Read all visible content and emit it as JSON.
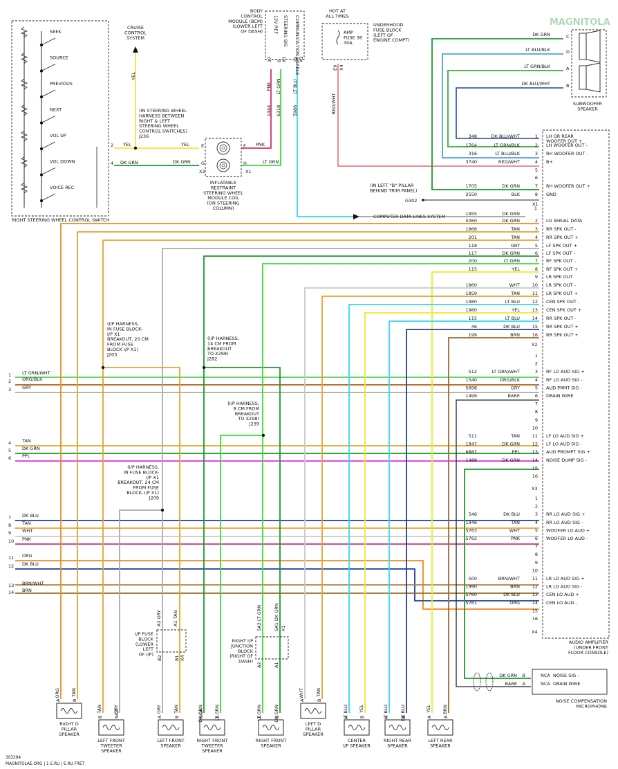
{
  "watermark": "MAGNITOLA",
  "footer": {
    "id": "303294",
    "site": "MAGNITOLAE.ORG | 1 E.RU | E.RU FRET"
  },
  "switch": {
    "buttons": [
      "SEEK",
      "SOURCE",
      "PREVIOUS",
      "NEXT",
      "VOL UP",
      "VOL DOWN",
      "VOICE REC"
    ],
    "caption": "RIGHT STEERING WHEEL CONTROL SWITCH",
    "pins": [
      "2",
      "4"
    ],
    "colors": [
      "YEL",
      "DK GRN"
    ]
  },
  "cruise": {
    "lines": [
      "CRUISE",
      "CONTROL",
      "SYSTEM"
    ],
    "wire": "YEL"
  },
  "harness_note": {
    "lines": [
      "(IN STEERING WHEEL",
      "HARNESS BETWEEN",
      "RIGHT & LEFT",
      "STEERING WHEEL",
      "CONTROL SWITCHES)",
      "J236"
    ]
  },
  "bcm": {
    "lines": [
      "BODY",
      "CONTROL",
      "MODULE (BCM)",
      "(LOWER LEFT",
      "OF DASH)"
    ],
    "cols": [
      "12V REF",
      "STEERING SIG",
      "COMMUNICA-TION ENABLE"
    ],
    "pins": [
      "17",
      "6",
      "10"
    ],
    "conn": [
      "X1",
      "X3"
    ],
    "wires": [
      "PNK",
      "LT GRN",
      "LT BLU"
    ],
    "circuits": [
      "1444",
      "6318",
      "5986"
    ]
  },
  "coil": {
    "left_pins": [
      "E",
      "G"
    ],
    "right_pins": [
      "F",
      "H"
    ],
    "left_colors": [
      "YEL",
      "DK GRN"
    ],
    "right_colors": [
      "PNK",
      "LT GRN"
    ],
    "conn": [
      "X2",
      "X1"
    ],
    "caption": [
      "INFLATABLE",
      "RESTRAINT",
      "STEERING WHEEL",
      "MODULE COIL",
      "(ON STEERING",
      "COLUMN)"
    ]
  },
  "fuse": {
    "title": [
      "HOT AT",
      "ALL TIMES"
    ],
    "body": [
      "AMP",
      "FUSE 36",
      "30A"
    ],
    "block": [
      "UNDERHOOD",
      "FUSE BLOCK",
      "(LEFT OF",
      "ENGINE COMPT)"
    ],
    "pin": "E9",
    "conn": "X4",
    "wire": "RED/WHT"
  },
  "subwoofer": {
    "wires": [
      {
        "color": "DK GRN",
        "pin": "C"
      },
      {
        "color": "LT BLU/BLK",
        "pin": "D"
      },
      {
        "color": "LT GRN/BLK",
        "pin": "A"
      },
      {
        "color": "DK BLU/WHT",
        "pin": "B"
      }
    ],
    "caption": [
      "SUBWOOFER",
      "SPEAKER"
    ]
  },
  "amp_x1": [
    {
      "circuit": "348",
      "color": "DK BLU/WHT",
      "pin": "1",
      "func": "LH OR REAR"
    },
    {
      "circuit": "",
      "color": "",
      "pin": "",
      "func": "WOOFER OUT +"
    },
    {
      "circuit": "1764",
      "color": "LT GRN/BLK",
      "pin": "2",
      "func": "LH WOOFER OUT -"
    },
    {
      "circuit": "316",
      "color": "LT BLU/BLK",
      "pin": "3",
      "func": "RH WOOFER OUT -"
    },
    {
      "circuit": "3740",
      "color": "RED/WHT",
      "pin": "4",
      "func": "B+"
    },
    {
      "circuit": "",
      "color": "",
      "pin": "5",
      "func": ""
    },
    {
      "circuit": "",
      "color": "",
      "pin": "6",
      "func": ""
    },
    {
      "circuit": "1705",
      "color": "DK GRN",
      "pin": "7",
      "func": "RH WOOFER OUT +"
    },
    {
      "circuit": "2550",
      "color": "BLK",
      "pin": "8",
      "func": "GND"
    }
  ],
  "ground": {
    "lines": [
      "(IN LEFT \"B\" PILLAR",
      "BEHIND TRIM PANEL)"
    ],
    "id": "G302"
  },
  "computer_lines": "COMPUTER DATA LINES SYSTEM",
  "amp_x2": [
    {
      "circuit": "5060",
      "color": "DK GRN",
      "pin": "2",
      "func": "LO SERIAL DATA"
    },
    {
      "circuit": "1866",
      "color": "TAN",
      "pin": "3",
      "func": "RR SPK OUT -"
    },
    {
      "circuit": "201",
      "color": "TAN",
      "pin": "4",
      "func": "RR SPK OUT +"
    },
    {
      "circuit": "118",
      "color": "GRY",
      "pin": "5",
      "func": "LF SPK OUT +"
    },
    {
      "circuit": "117",
      "color": "DK GRN",
      "pin": "6",
      "func": "LF SPK OUT -"
    },
    {
      "circuit": "200",
      "color": "LT GRN",
      "pin": "7",
      "func": "RF SPK OUT -"
    },
    {
      "circuit": "115",
      "color": "YEL",
      "pin": "8",
      "func": "RF SPK OUT +"
    },
    {
      "circuit": "",
      "color": "",
      "pin": "9",
      "func": "LR SPK OUT"
    },
    {
      "circuit": "1860",
      "color": "WHT",
      "pin": "10",
      "func": "LR SPK OUT -"
    },
    {
      "circuit": "1859",
      "color": "TAN",
      "pin": "11",
      "func": "LR SPK OUT +"
    },
    {
      "circuit": "1980",
      "color": "LT BLU",
      "pin": "12",
      "func": "CEN SPK OUT -"
    },
    {
      "circuit": "1980",
      "color": "YEL",
      "pin": "13",
      "func": "CEN SPK OUT +"
    },
    {
      "circuit": "115",
      "color": "LT BLU",
      "pin": "14",
      "func": "RR SPK OUT -"
    },
    {
      "circuit": "46",
      "color": "DK BLU",
      "pin": "15",
      "func": "RR SPK OUT +"
    },
    {
      "circuit": "199",
      "color": "BRN",
      "pin": "16",
      "func": "RR SPK OUT +"
    }
  ],
  "amp_x2_circuit_top": "1955",
  "amp_x3": [
    {
      "circuit": "512",
      "color": "LT GRN/WHT",
      "pin": "3",
      "func": "RF LO AUD SIG +"
    },
    {
      "circuit": "1540",
      "color": "ORG/BLK",
      "pin": "4",
      "func": "RF LO AUD SIG -"
    },
    {
      "circuit": "5898",
      "color": "GRY",
      "pin": "5",
      "func": "AUD PRMT SIG -"
    },
    {
      "circuit": "1499",
      "color": "BARE",
      "pin": "6",
      "func": "DRAIN WIRE"
    },
    {
      "circuit": "511",
      "color": "TAN",
      "pin": "11",
      "func": "LF LO AUD SIG +"
    },
    {
      "circuit": "1847",
      "color": "DK GRN",
      "pin": "12",
      "func": "LF LO AUD SIG -"
    },
    {
      "circuit": "6887",
      "color": "PPL",
      "pin": "13",
      "func": "AUD PROMPT SIG +"
    },
    {
      "circuit": "1488",
      "color": "DK GRN",
      "pin": "14",
      "func": "NOISE DUMP SIG -"
    }
  ],
  "amp_x4": [
    {
      "circuit": "546",
      "color": "DK BLU",
      "pin": "3",
      "func": "RR LO AUD SIG +"
    },
    {
      "circuit": "1946",
      "color": "TAN",
      "pin": "4",
      "func": "RR LO AUD SIG -"
    },
    {
      "circuit": "5763",
      "color": "WHT",
      "pin": "5",
      "func": "WOOFER LO AUD +"
    },
    {
      "circuit": "5762",
      "color": "PNK",
      "pin": "6",
      "func": "WOOFER LO AUD -"
    },
    {
      "circuit": "500",
      "color": "BRN/WHT",
      "pin": "11",
      "func": "LR LO AUD SIG +"
    },
    {
      "circuit": "1990",
      "color": "BRN",
      "pin": "12",
      "func": "LR LO AUD SIG -"
    },
    {
      "circuit": "5760",
      "color": "DK BLU",
      "pin": "13",
      "func": "CEN LO AUD +"
    },
    {
      "circuit": "5761",
      "color": "ORG",
      "pin": "14",
      "func": "CEN LO AUD -"
    }
  ],
  "amp_caption": [
    "AUDIO AMPLIFIER",
    "(UNDER FRONT",
    "FLOOR CONSOLE)"
  ],
  "left_inputs": [
    {
      "n": "1",
      "color": "LT GRN/WHT"
    },
    {
      "n": "2",
      "color": "ORG/BLK"
    },
    {
      "n": "3",
      "color": "GRY"
    },
    {
      "n": "4",
      "color": "TAN"
    },
    {
      "n": "5",
      "color": "DK GRN"
    },
    {
      "n": "6",
      "color": "PPL"
    },
    {
      "n": "7",
      "color": "DK BLU"
    },
    {
      "n": "8",
      "color": "TAN"
    },
    {
      "n": "9",
      "color": "WHT"
    },
    {
      "n": "10",
      "color": "PNK"
    },
    {
      "n": "11",
      "color": "ORG"
    },
    {
      "n": "12",
      "color": "DK BLU"
    },
    {
      "n": "13",
      "color": "BRN/WHT"
    },
    {
      "n": "14",
      "color": "BRN"
    }
  ],
  "breakouts": [
    {
      "lines": [
        "(I/P HARNESS,",
        "IN FUSE BLOCK-",
        "I/P X1",
        "BREAKOUT, 20 CM",
        "FROM FUSE",
        "BLOCK I/P X1)",
        "J203"
      ]
    },
    {
      "lines": [
        "(I/P HARNESS,",
        "14 CM FROM",
        "BREAKOUT",
        "TO X298)",
        "J282"
      ]
    },
    {
      "lines": [
        "(I/P HARNESS,",
        "8 CM FROM",
        "BREAKOUT",
        "TO X298)",
        "J239"
      ]
    },
    {
      "lines": [
        "(I/P HARNESS,",
        "IN FUSE BLOCK-",
        "I/P X1",
        "BREAKOUT, 24 CM",
        "FROM FUSE",
        "BLOCK- I/P X1)",
        "J209"
      ]
    }
  ],
  "ip_fuse_block": {
    "lines": [
      "I/P FUSE",
      "BLOCK",
      "(LOWER",
      "LEFT",
      "OF I/P)"
    ],
    "top": [
      "A2 GRY",
      "A1 TAN"
    ],
    "pins": [
      "B2",
      "B1"
    ],
    "conn": "X4"
  },
  "rip_block": {
    "lines": [
      "RIGHT I/P",
      "JUNCTION",
      "BLOCK",
      "(RIGHT OF",
      "DASH)"
    ],
    "top": [
      "SA2 LT GRN",
      "SA1 DK GRN"
    ],
    "conn": "X1",
    "pins": [
      "A2",
      "A1"
    ]
  },
  "speakers": [
    {
      "name": [
        "RIGHT D",
        "PILLAR",
        "SPEAKER"
      ],
      "wires": [
        "ORG",
        "TAN"
      ],
      "pins": [
        "A",
        "B"
      ]
    },
    {
      "name": [
        "LEFT FRONT",
        "TWEETER",
        "SPEAKER"
      ],
      "wires": [
        "TAN",
        "GRY"
      ],
      "pins": [
        "B",
        "NCA"
      ]
    },
    {
      "name": [
        "LEFT FRONT",
        "SPEAKER"
      ],
      "wires": [
        "GRY",
        "TAN"
      ],
      "pins": [
        "A",
        "B"
      ]
    },
    {
      "name": [
        "RIGHT FRONT",
        "TWEETER",
        "SPEAKER"
      ],
      "wires": [
        "DK GRN",
        "LT GRN"
      ],
      "pins": [
        "NCA",
        "A"
      ]
    },
    {
      "name": [
        "RIGHT FRONT",
        "SPEAKER"
      ],
      "wires": [
        "LT GRN",
        "DK GRN"
      ],
      "pins": [
        "A",
        "B"
      ]
    },
    {
      "name": [
        "LEFT D",
        "PILLAR",
        "SPEAKER"
      ],
      "wires": [
        "WHT",
        "TAN"
      ],
      "pins": [
        "A",
        "B"
      ]
    },
    {
      "name": [
        "CENTER",
        "I/P SPEAKER"
      ],
      "wires": [
        "LT BLU",
        "YEL"
      ],
      "pins": [
        "A",
        "B"
      ]
    },
    {
      "name": [
        "RIGHT REAR",
        "SPEAKER"
      ],
      "wires": [
        "LT BLU",
        "DK BLU"
      ],
      "pins": [
        "A",
        "B"
      ]
    },
    {
      "name": [
        "LEFT REAR",
        "SPEAKER"
      ],
      "wires": [
        "YEL",
        "BRN"
      ],
      "pins": [
        "A",
        "B"
      ]
    }
  ],
  "mic": {
    "pins": [
      {
        "pin": "B",
        "func": "NOISE SIG -",
        "color": "DK GRN"
      },
      {
        "pin": "A",
        "func": "DRAIN WIRE",
        "color": "BARE"
      }
    ],
    "caption": [
      "NOISE COMPENSATION",
      "MICROPHONE"
    ]
  },
  "colors": {
    "YEL": "#f2e82a",
    "DK GRN": "#1a9a2a",
    "LT GRN": "#34e034",
    "PNK": "#d4306a",
    "LT BLU": "#32d8f0",
    "RED/WHT": "#e88080",
    "LT BLU/BLK": "#4aa6d8",
    "LT GRN/BLK": "#36b036",
    "DK BLU/WHT": "#3a5fb0",
    "TAN": "#e8a22c",
    "GRY": "#aaaaaa",
    "WHT": "#c8c8c8",
    "DK BLU": "#1c3ca0",
    "BRN": "#9a6a2a",
    "ORG": "#f08a1c",
    "ORG/BLK": "#a8601a",
    "PPL": "#e02ee0",
    "BRN/WHT": "#b08040",
    "LT GRN/WHT": "#52d052",
    "BARE": "#222222"
  }
}
